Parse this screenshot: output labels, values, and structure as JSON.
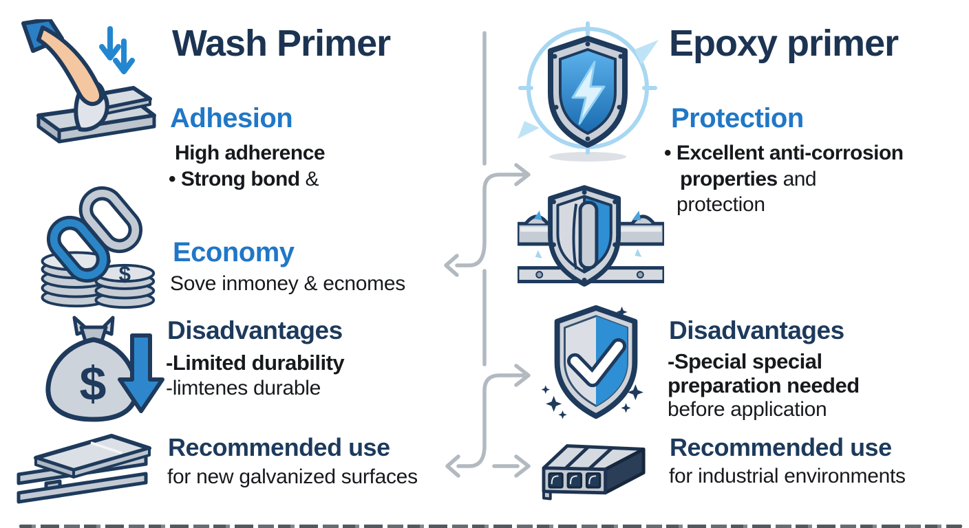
{
  "colors": {
    "navy": "#1c3452",
    "blue_heading": "#2077c6",
    "body_text": "#17191d",
    "divider_gray": "#b2b9c1",
    "accent_blue": "#2e87cc",
    "icon_silver": "#ccd2da"
  },
  "icons": {
    "left1": "hand-applying-metal-sheets-icon",
    "left2": "chain-links-and-coins-icon",
    "left3": "money-bag-down-arrow-icon",
    "left4": "steel-plates-beam-icon",
    "right1": "shield-lightning-reticle-icon",
    "right2": "shield-pipe-icon",
    "right3": "shield-checkmark-icon",
    "right4": "hollow-steel-beam-icon",
    "divider": "divider-line-with-branch-arrows"
  },
  "left": {
    "title": "Wash Primer",
    "adhesion": {
      "heading": "Adhesion",
      "line1": "High adherence",
      "bullet": "•",
      "line2_bold": "Strong bond",
      "line2_tail": "&"
    },
    "economy": {
      "heading": "Economy",
      "line1": "Sove inmoney & ecnomes"
    },
    "disadvantages": {
      "heading": "Disadvantages",
      "line1": "-Limited durability",
      "line2": "-limtenes durable"
    },
    "recommended": {
      "heading": "Recommended use",
      "line1": "for new galvanized surfaces"
    }
  },
  "right": {
    "title": "Epoxy primer",
    "protection": {
      "heading": "Protection",
      "bullet": "•",
      "line1_bold": "Excellent anti-corrosion",
      "line2_bold": "properties",
      "line2_tail": "and",
      "line3": "protection"
    },
    "disadvantages": {
      "heading": "Disadvantages",
      "line1": "-Special special",
      "line2": "preparation needed",
      "line3": "before application"
    },
    "recommended": {
      "heading": "Recommended use",
      "line1": "for industrial environments"
    }
  },
  "symbols": {
    "dollar": "$"
  }
}
